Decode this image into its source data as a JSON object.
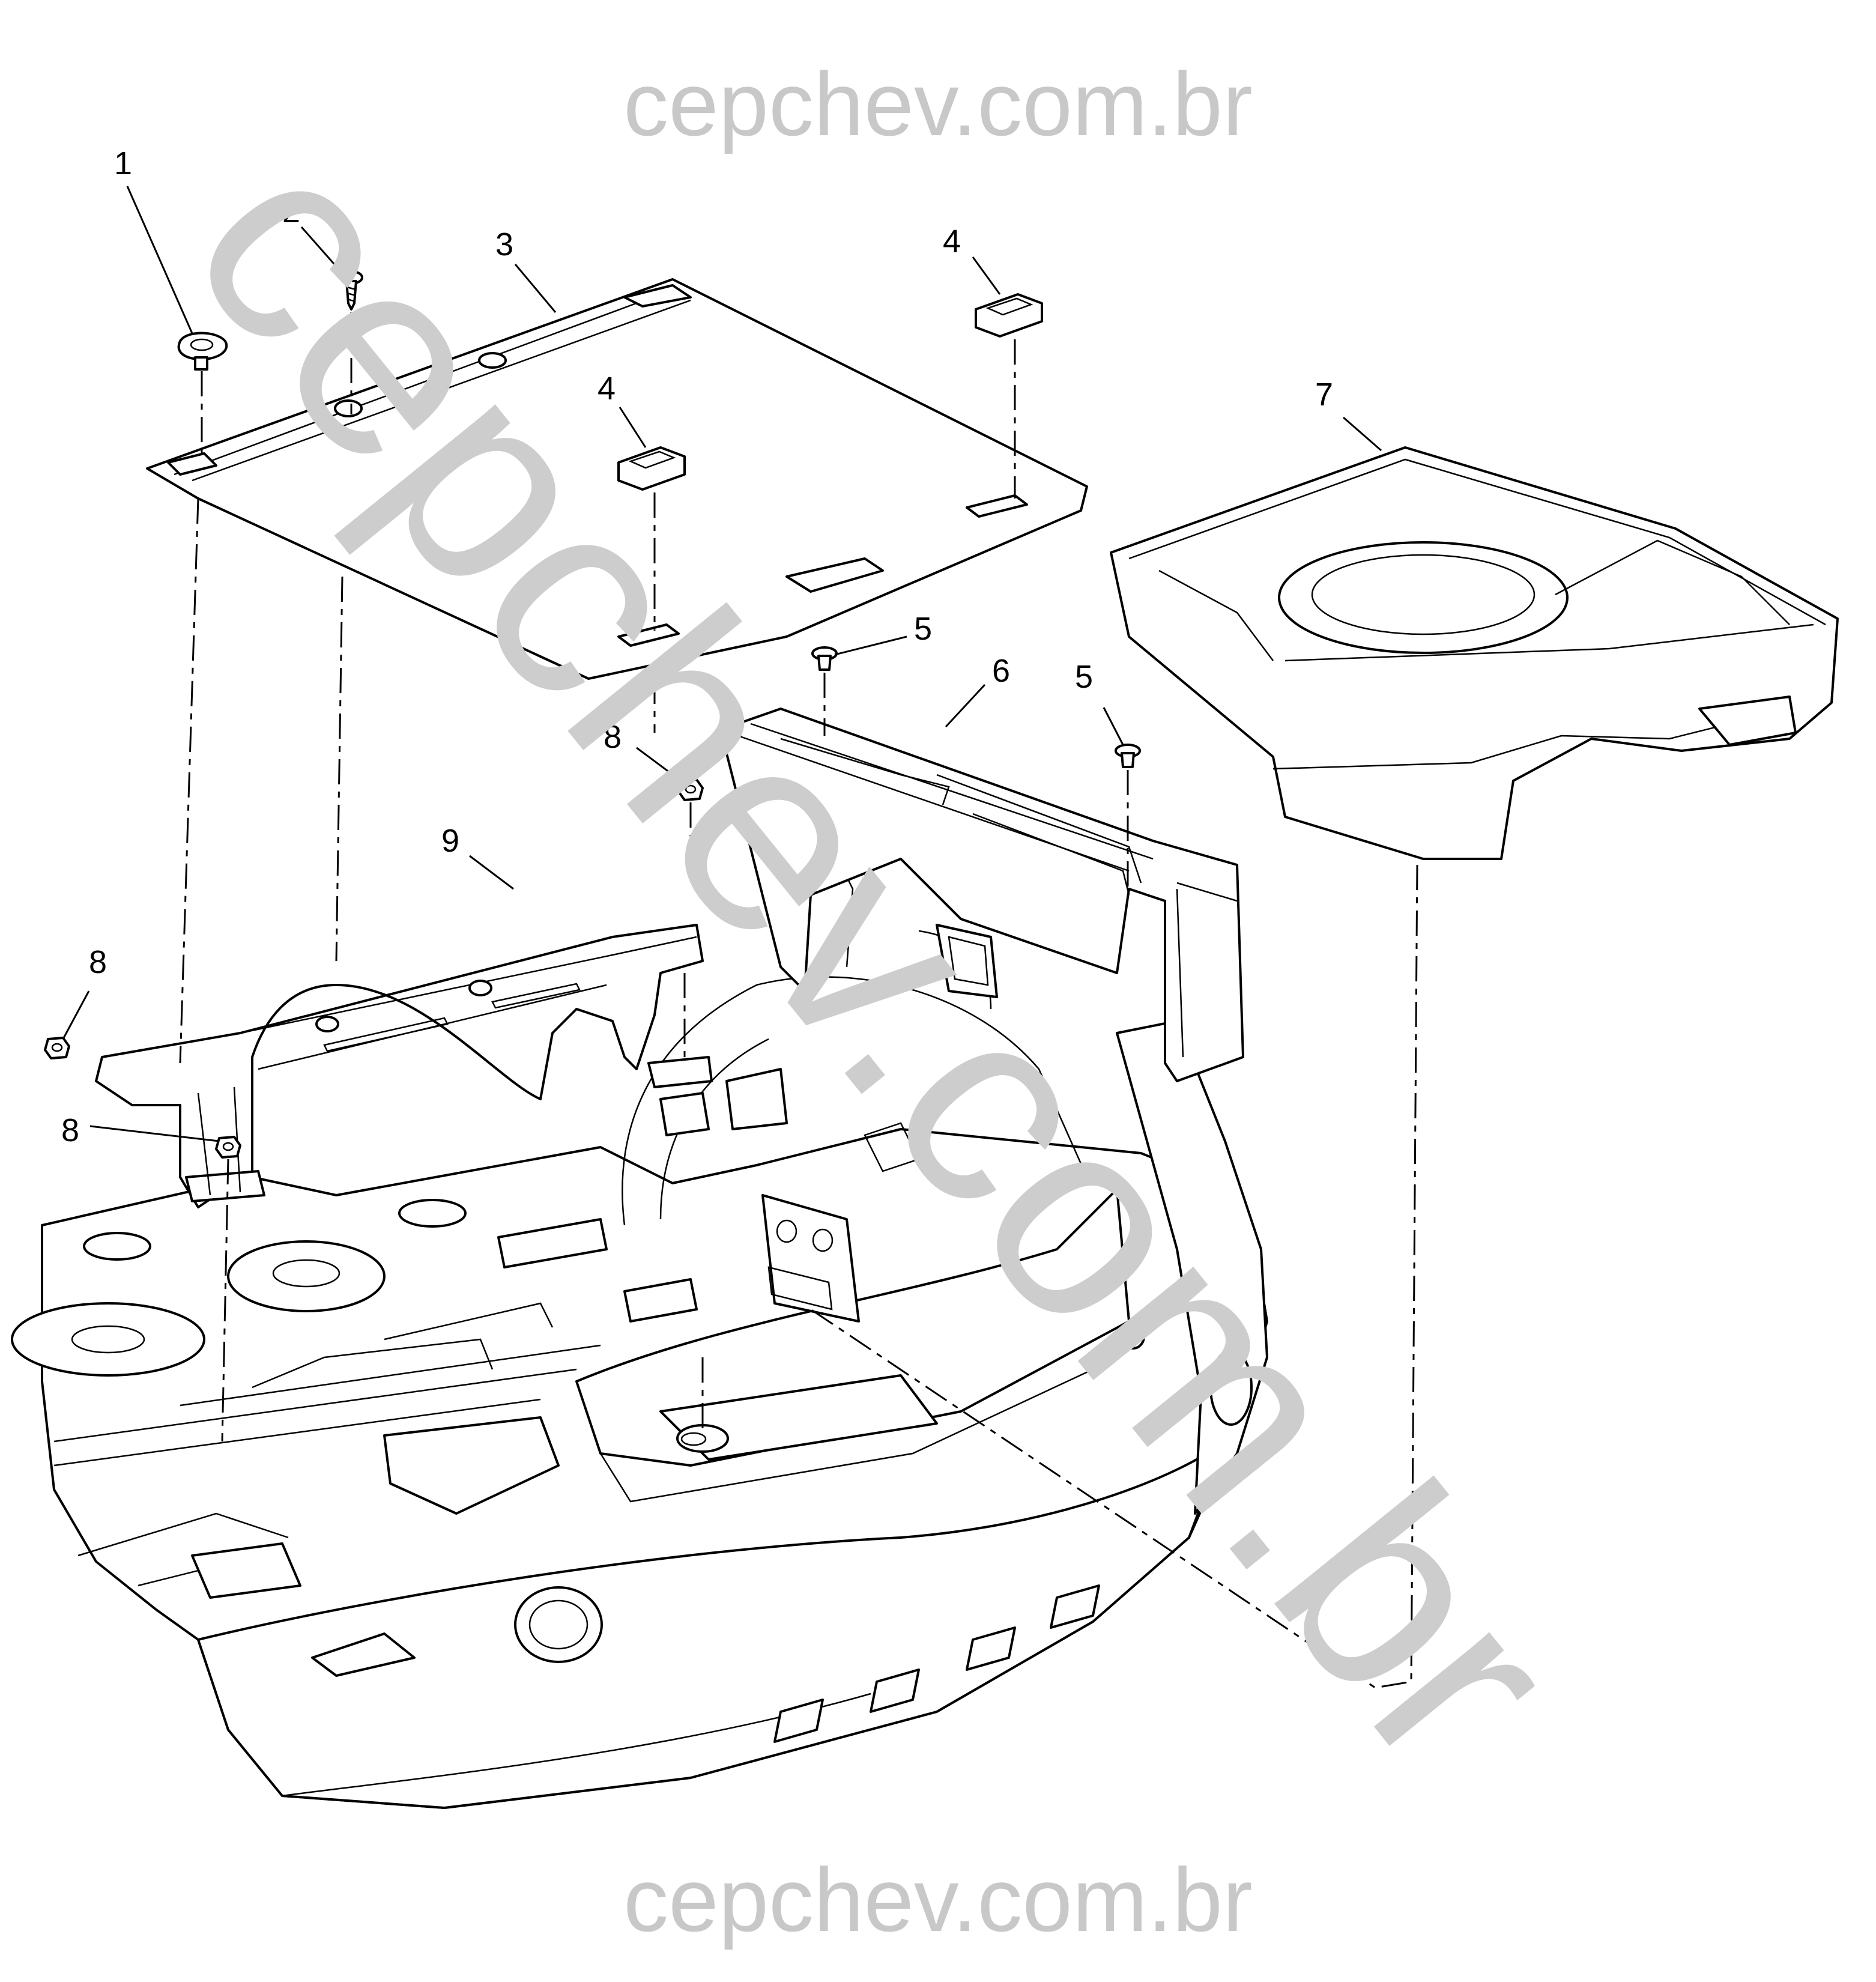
{
  "watermark": {
    "top": "cepchev.com.br",
    "bottom": "cepchev.com.br",
    "diagonal": "cepchev.com.br"
  },
  "callouts": {
    "c1": "1",
    "c2": "2",
    "c3": "3",
    "c4a": "4",
    "c4b": "4",
    "c5a": "5",
    "c5b": "5",
    "c6": "6",
    "c7": "7",
    "c8a": "8",
    "c8b": "8",
    "c8c": "8",
    "c9": "9"
  }
}
